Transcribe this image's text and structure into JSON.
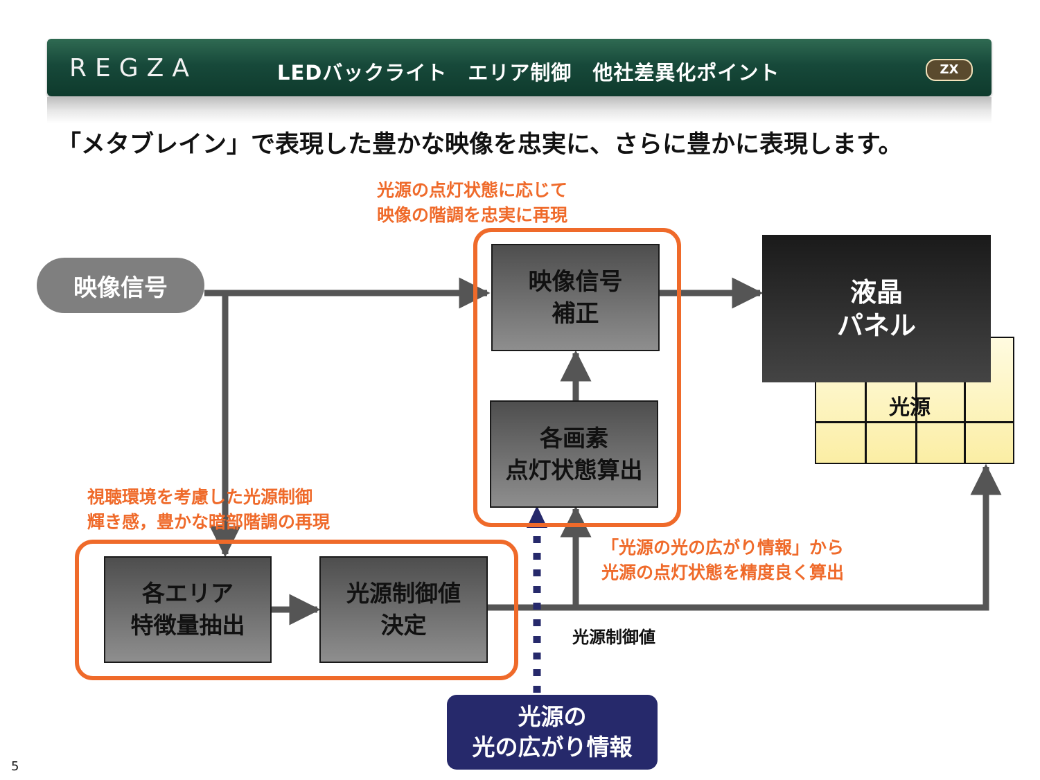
{
  "header": {
    "logo": "REGZA",
    "title": "LEDバックライト　エリア制御　他社差異化ポイント",
    "badge": "ZX"
  },
  "lead_text": "「メタブレイン」で表現した豊かな映像を忠実に、さらに豊かに表現します。",
  "notes": {
    "top": [
      "光源の点灯状態に応じて",
      "映像の階調を忠実に再現"
    ],
    "left": [
      "視聴環境を考慮した光源制御",
      "輝き感，豊かな暗部階調の再現"
    ],
    "right": [
      "「光源の光の広がり情報」から",
      "光源の点灯状態を精度良く算出"
    ]
  },
  "nodes": {
    "video_signal": "映像信号",
    "correction": [
      "映像信号",
      "補正"
    ],
    "pixel_calc": [
      "各画素",
      "点灯状態算出"
    ],
    "area_extract": [
      "各エリア",
      "特徴量抽出"
    ],
    "control_value": [
      "光源制御値",
      "決定"
    ],
    "lcd_panel": [
      "液晶",
      "パネル"
    ],
    "light_source": "光源",
    "spread_info": [
      "光源の",
      "光の広がり情報"
    ]
  },
  "edge_labels": {
    "control_value": "光源制御値"
  },
  "page_number": "5",
  "colors": {
    "header_green": "#17493a",
    "accent_orange": "#ef6a2a",
    "arrow_gray": "#555555",
    "navy": "#26296b",
    "light_yellow": "#fbeea4"
  }
}
